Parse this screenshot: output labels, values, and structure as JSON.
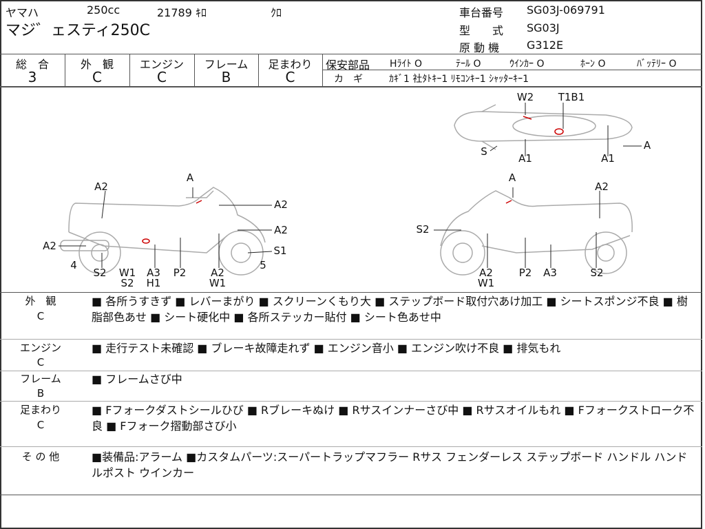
{
  "header": {
    "maker": "ヤマハ",
    "displacement": "250cc",
    "mileage": "21789 ｷﾛ",
    "color": "ｸﾛ",
    "model_name": "マジ゛ェスティ250C",
    "frame_no_label": "車台番号",
    "frame_no": "SG03J-069791",
    "type_label": "型　　式",
    "type": "SG03J",
    "engine_label": "原 動 機",
    "engine": "G312E"
  },
  "grades": [
    {
      "label": "総　合",
      "value": "3"
    },
    {
      "label": "外　観",
      "value": "C"
    },
    {
      "label": "エンジン",
      "value": "C"
    },
    {
      "label": "フレーム",
      "value": "B"
    },
    {
      "label": "足まわり",
      "value": "C"
    }
  ],
  "safety": {
    "label": "保安部品",
    "items": [
      "Hﾗｲﾄ O",
      "ﾃｰﾙ O",
      "ｳｲﾝｶｰ O",
      "ﾎｰﾝ O",
      "ﾊﾞｯﾃﾘｰ O"
    ]
  },
  "keys": {
    "label": "カ　ギ",
    "value": "ｶｷﾞ1 社ﾀﾄｷｰ1 ﾘﾓｺﾝｷｰ1 ｼｬｯﾀｰｷｰ1"
  },
  "diagram_labels": {
    "top": [
      "W2",
      "T1B1",
      "S",
      "A1",
      "A1",
      "A"
    ],
    "left": [
      "A",
      "A2",
      "A2",
      "A2",
      "A2",
      "S1",
      "4",
      "5",
      "S2",
      "W1",
      "A3",
      "P2",
      "A2",
      "S2",
      "H1",
      "W1"
    ],
    "right": [
      "A",
      "A2",
      "S2",
      "A2",
      "P2",
      "A3",
      "S2",
      "W1"
    ]
  },
  "notes": [
    {
      "head": "外　観",
      "grade": "C",
      "text": "■ 各所うすきず ■ レバーまがり ■ スクリーンくもり大 ■ ステップボード取付穴あけ加工 ■ シートスポンジ不良 ■ 樹脂部色あせ ■ シート硬化中 ■ 各所ステッカー貼付 ■ シート色あせ中"
    },
    {
      "head": "エンジン",
      "grade": "C",
      "text": "■ 走行テスト未確認 ■ ブレーキ故障走れず ■ エンジン音小 ■ エンジン吹け不良 ■ 排気もれ"
    },
    {
      "head": "フレーム",
      "grade": "B",
      "text": "■ フレームさび中"
    },
    {
      "head": "足まわり",
      "grade": "C",
      "text": "■ Fフォークダストシールひび ■ Rブレーキぬけ ■ Rサスインナーさび中 ■ Rサスオイルもれ ■ Fフォークストローク不良 ■ Fフォーク摺動部さび小"
    },
    {
      "head": "そ の 他",
      "grade": "",
      "text": "■装備品:アラーム ■カスタムパーツ:スーパートラップマフラー Rサス フェンダーレス ステップボード ハンドル ハンドルポスト ウインカー"
    }
  ]
}
